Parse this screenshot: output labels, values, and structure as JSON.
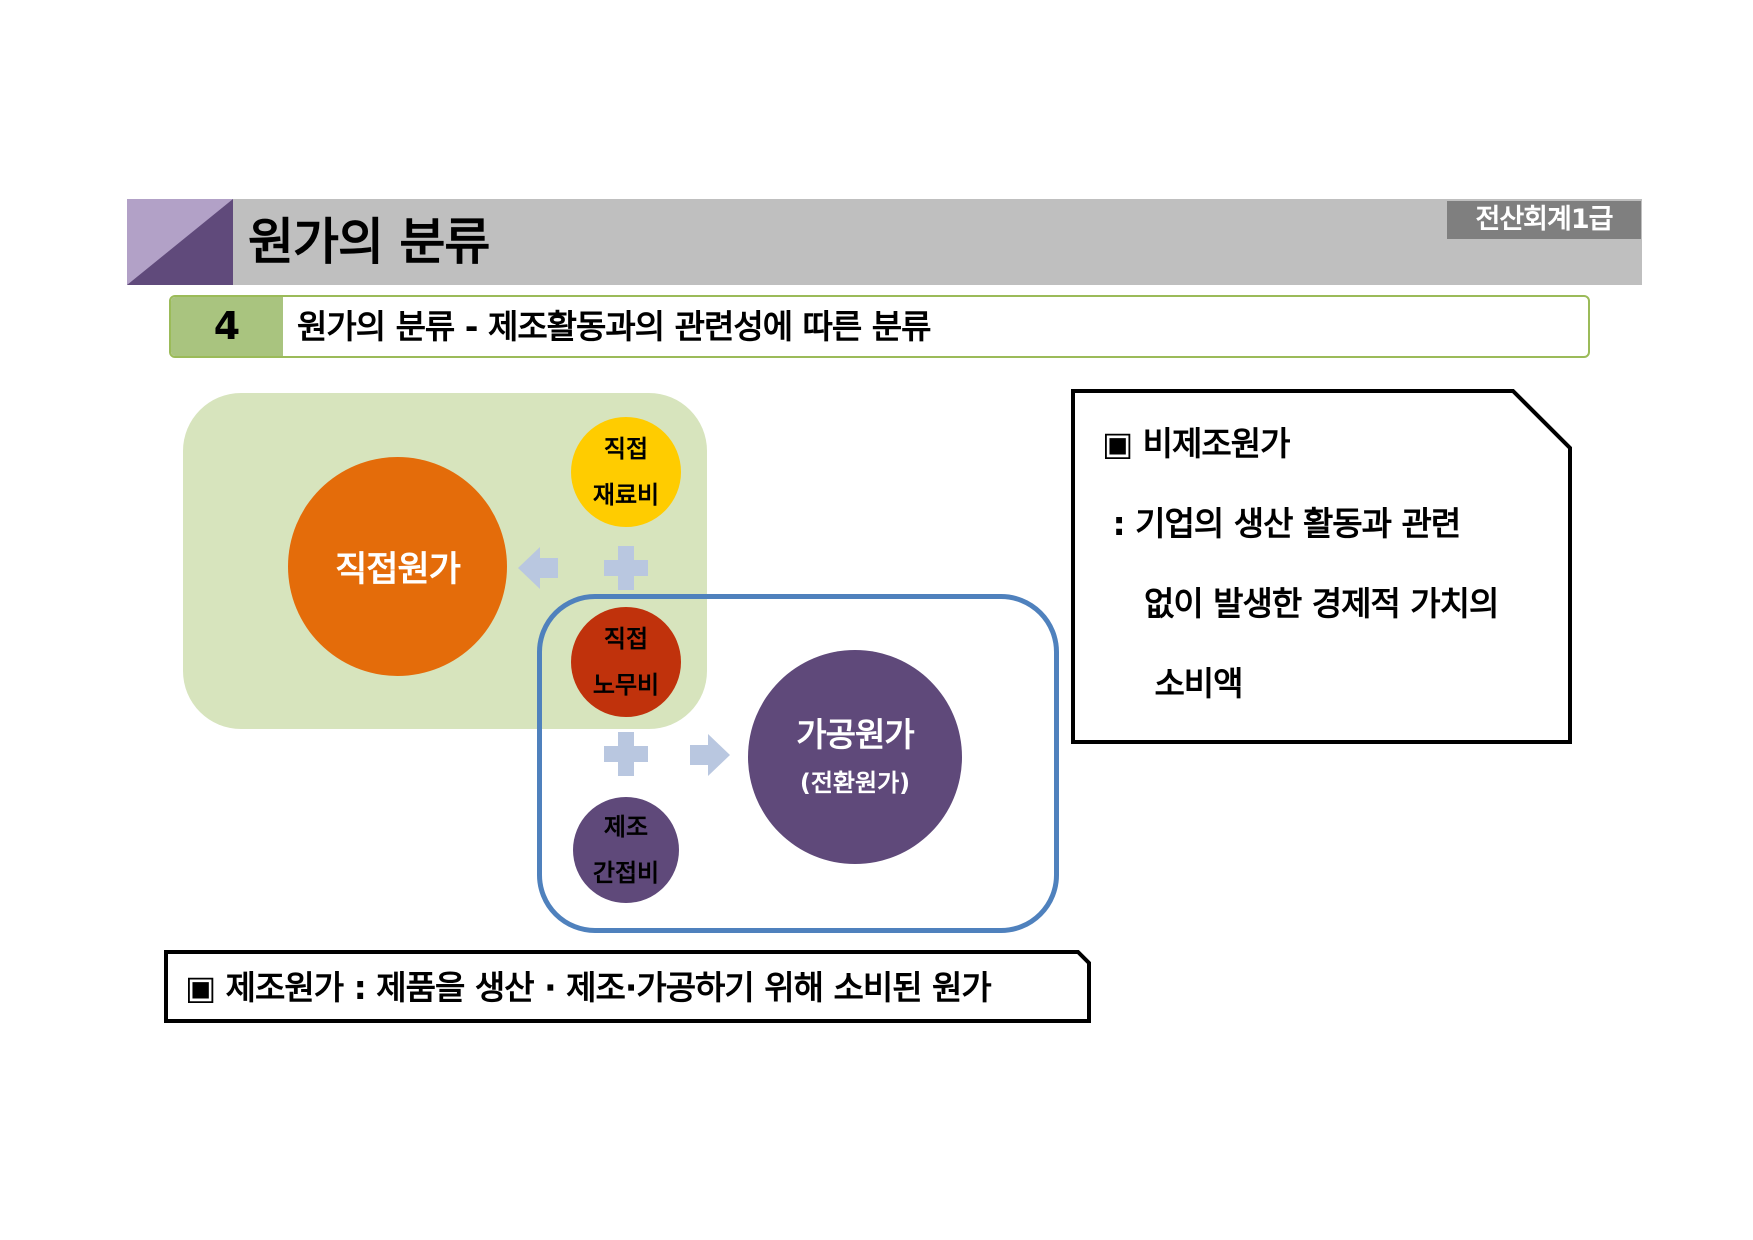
{
  "header": {
    "title": "원가의 분류",
    "subject_tag": "전산회계1급"
  },
  "section": {
    "number": "4",
    "title": "원가의 분류 - 제조활동과의 관련성에 따른 분류"
  },
  "diagram": {
    "direct_cost": "직접원가",
    "direct_materials": [
      "직접",
      "재료비"
    ],
    "direct_labor": [
      "직접",
      "노무비"
    ],
    "manufacturing_overhead": [
      "제조",
      "간접비"
    ],
    "conversion_cost": "가공원가",
    "conversion_cost_alias": "(전환원가)",
    "colors": {
      "direct_cost": "#e46c0a",
      "direct_materials": "#ffcc00",
      "direct_labor": "#c0320c",
      "overhead": "#5f497a",
      "conversion_cost": "#5f497a",
      "direct_group_bg": "#d7e4bd",
      "conversion_frame": "#4f81bd",
      "connector": "#b9c7e0"
    }
  },
  "notes": {
    "non_manufacturing": {
      "lines": [
        "▣ 비제조원가",
        " : 기업의 생산 활동과 관련",
        "    없이 발생한 경제적 가치의",
        "     소비액"
      ]
    },
    "manufacturing": "▣ 제조원가 : 제품을 생산 ∙ 제조∙가공하기 위해 소비된 원가"
  }
}
